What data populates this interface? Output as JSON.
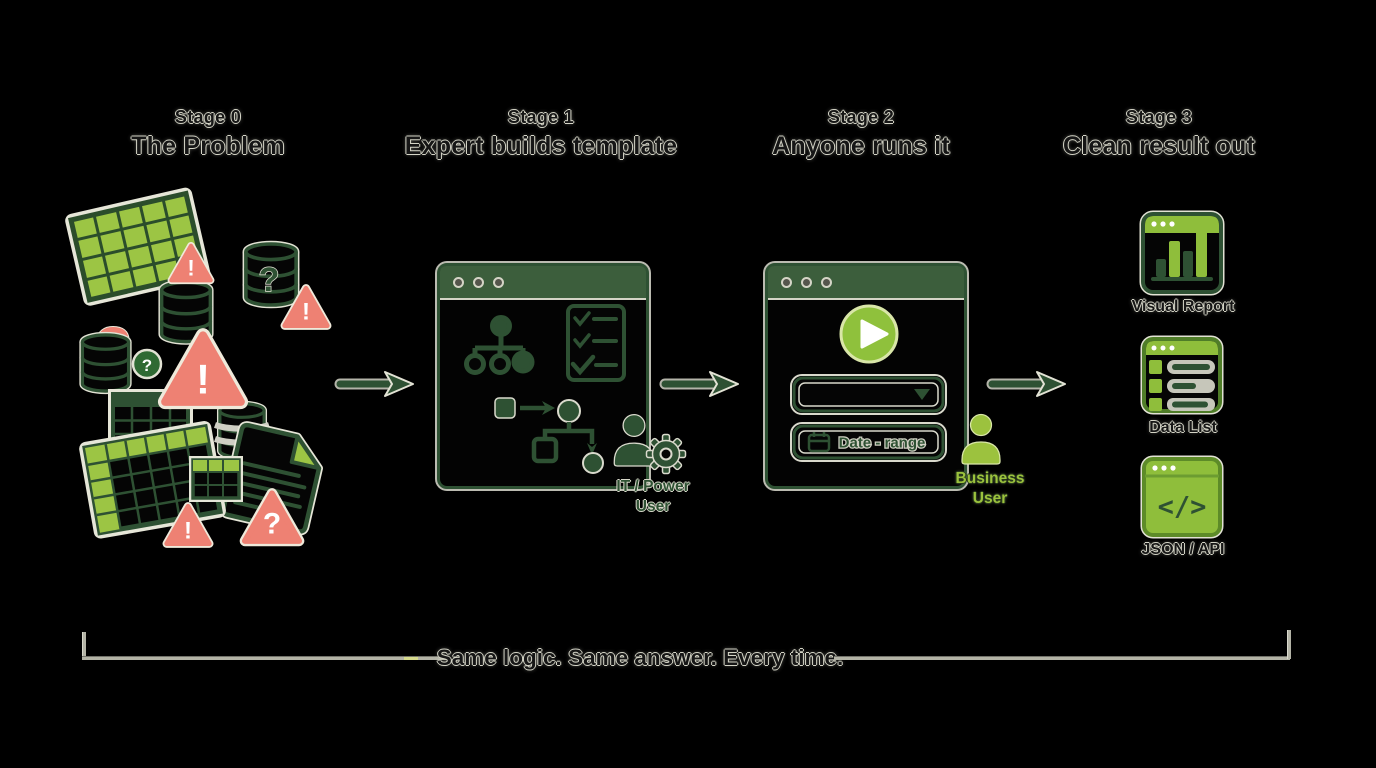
{
  "page": {
    "background": "#000000"
  },
  "colors": {
    "dark_green": "#2e5133",
    "titlebar_green": "#3c5e3c",
    "lime": "#8fbe3b",
    "table_lime": "#9cc544",
    "salmon": "#ee8173",
    "halo": "#d4d4c6",
    "footer_line": "#b3b3a6"
  },
  "stages": [
    {
      "eyebrow": "Stage 0",
      "title": "The Problem"
    },
    {
      "eyebrow": "Stage 1",
      "title": "Expert builds template",
      "persona": {
        "line1": "IT / Power",
        "line2": "User"
      }
    },
    {
      "eyebrow": "Stage 2",
      "title": "Anyone runs it",
      "persona": {
        "line1": "Business",
        "line2": "User"
      },
      "form": {
        "date_field": "Date - range"
      }
    },
    {
      "eyebrow": "Stage 3",
      "title": "Clean result out",
      "outputs": [
        {
          "label": "Visual Report"
        },
        {
          "label": "Data List"
        },
        {
          "label": "JSON / API"
        }
      ]
    }
  ],
  "glyphs": {
    "warning": "!",
    "question": "?",
    "code": "</>"
  },
  "icons": {
    "window-dots": "•••",
    "play": "▶",
    "dropdown-caret": "▼",
    "calendar": "▦",
    "check": "✓",
    "person": "user-silhouette",
    "gear": "⚙",
    "database": "cylinder",
    "spreadsheet": "grid",
    "document": "page-folded-corner",
    "warning-triangle": "△!",
    "bar-chart": "▮▮▮▮",
    "code-window": "</>"
  },
  "footer": {
    "caption": "Same logic. Same answer. Every time."
  }
}
